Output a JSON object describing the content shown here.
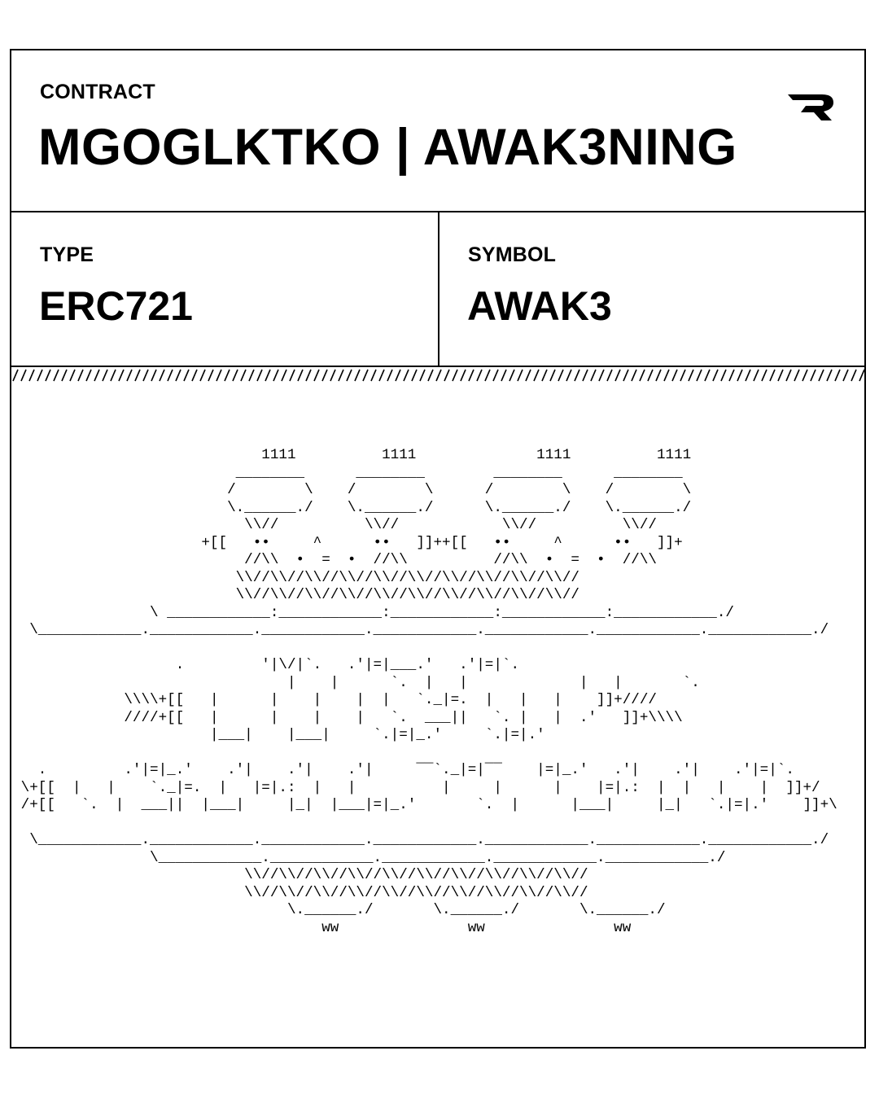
{
  "contract": {
    "label": "CONTRACT",
    "name": "MGOGLKTKO | AWAK3NING"
  },
  "meta": {
    "type_label": "TYPE",
    "type_value": "ERC721",
    "symbol_label": "SYMBOL",
    "symbol_value": "AWAK3"
  },
  "icons": {
    "logo": "brand-logo-icon",
    "hatch": "hatch-pattern"
  },
  "art": {
    "ascii": "                               1111          1111              1111          1111\n                            ________      ________        ________      ________\n                           /        \\    /        \\      /        \\    /        \\\n                           \\.______./    \\.______./      \\.______./    \\.______./\n                             \\\\//          \\\\//            \\\\//          \\\\//\n                        +[[   ••     ^      ••   ]]++[[   ••     ^      ••   ]]+\n                             //\\\\  •  =  •  //\\\\          //\\\\  •  =  •  //\\\\\n                            \\\\//\\\\//\\\\//\\\\//\\\\//\\\\//\\\\//\\\\//\\\\//\\\\//\n                            \\\\//\\\\//\\\\//\\\\//\\\\//\\\\//\\\\//\\\\//\\\\//\\\\//\n                  \\ ____________:____________:____________:____________:____________./\n    \\____________.____________.____________.____________.____________.____________.____________./\n\n                     .         '|\\/|`.   .'|=|___.'   .'|=|`.\n                                  |    |      `.  |   |             |   |       `.\n               \\\\\\\\+[[   |      |    |    |  |   `._|=.  |   |   |    ]]+////\n               ////+[[   |      |    |    |   `.  ___||   `. |   |  .'   ]]+\\\\\\\\\n                         |___|    |___|     `.|=|_.'     `.|=|.'\n\n     .         .'|=|_.'    .'|    .'|    .'|     ‾‾`._|=|‾‾    |=|_.'   .'|    .'|    .'|=|`.\n   \\+[[  |   |    `._|=.  |   |=|.:  |   |          |     |      |    |=|.:  |  |   |    |  ]]+/\n   /+[[   `.  |  ___||  |___|     |_|  |___|=|_.'       `.  |      |___|     |_|   `.|=|.'    ]]+\\\n\n    \\____________.____________.____________.____________.____________.____________.____________./\n                  \\____________.____________.____________.____________.____________./\n                             \\\\//\\\\//\\\\//\\\\//\\\\//\\\\//\\\\//\\\\//\\\\//\\\\//\n                             \\\\//\\\\//\\\\//\\\\//\\\\//\\\\//\\\\//\\\\//\\\\//\\\\//\n                                  \\.______./       \\.______./       \\.______./\n                                      ww               ww               ww"
  }
}
